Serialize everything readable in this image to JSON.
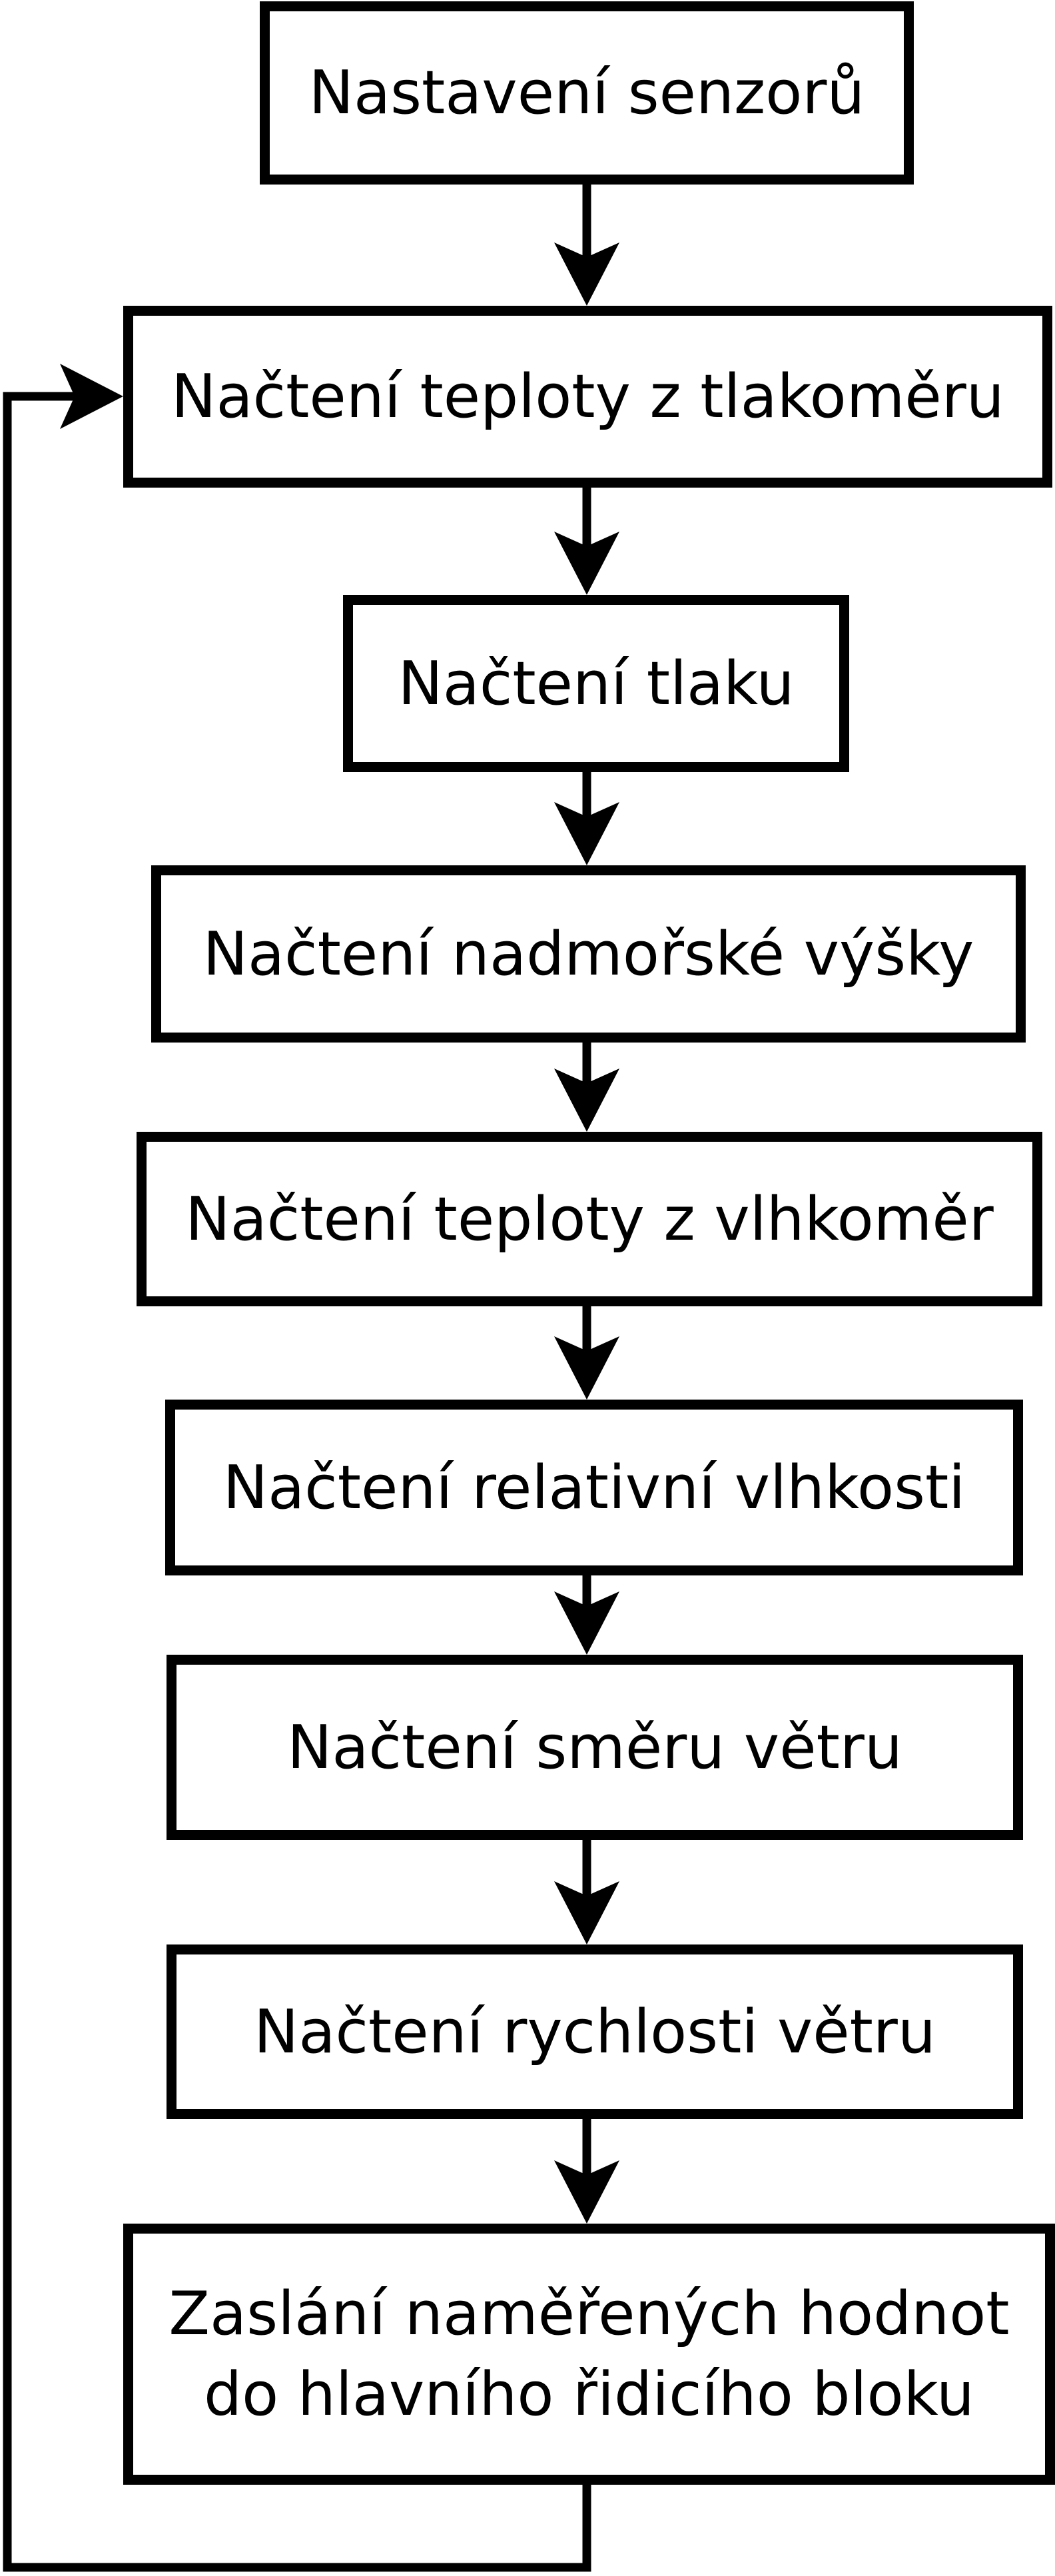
{
  "diagram": {
    "type": "flowchart",
    "language": "cs",
    "colors": {
      "stroke": "#000000",
      "background": "#ffffff",
      "box_fill": "#ffffff",
      "text": "#000000"
    },
    "steps": [
      {
        "label": "Nastavení senzorů"
      },
      {
        "label": "Načtení teploty z tlakoměru"
      },
      {
        "label": "Načtení tlaku"
      },
      {
        "label": "Načtení nadmořské výšky"
      },
      {
        "label": "Načtení teploty z vlhkoměr"
      },
      {
        "label": "Načtení relativní vlhkosti"
      },
      {
        "label": "Načtení směru větru"
      },
      {
        "label": "Načtení rychlosti větru"
      },
      {
        "label": "Zaslání naměřených hodnot do hlavního řidicího bloku",
        "lines": [
          "Zaslání naměřených hodnot",
          "do hlavního řidicího bloku"
        ]
      }
    ],
    "edges": [
      {
        "from": 1,
        "to": 2
      },
      {
        "from": 2,
        "to": 3
      },
      {
        "from": 3,
        "to": 4
      },
      {
        "from": 4,
        "to": 5
      },
      {
        "from": 5,
        "to": 6
      },
      {
        "from": 6,
        "to": 7
      },
      {
        "from": 7,
        "to": 8
      },
      {
        "from": 8,
        "to": 9
      },
      {
        "from": 9,
        "to": 2,
        "type": "loop-back"
      }
    ]
  }
}
